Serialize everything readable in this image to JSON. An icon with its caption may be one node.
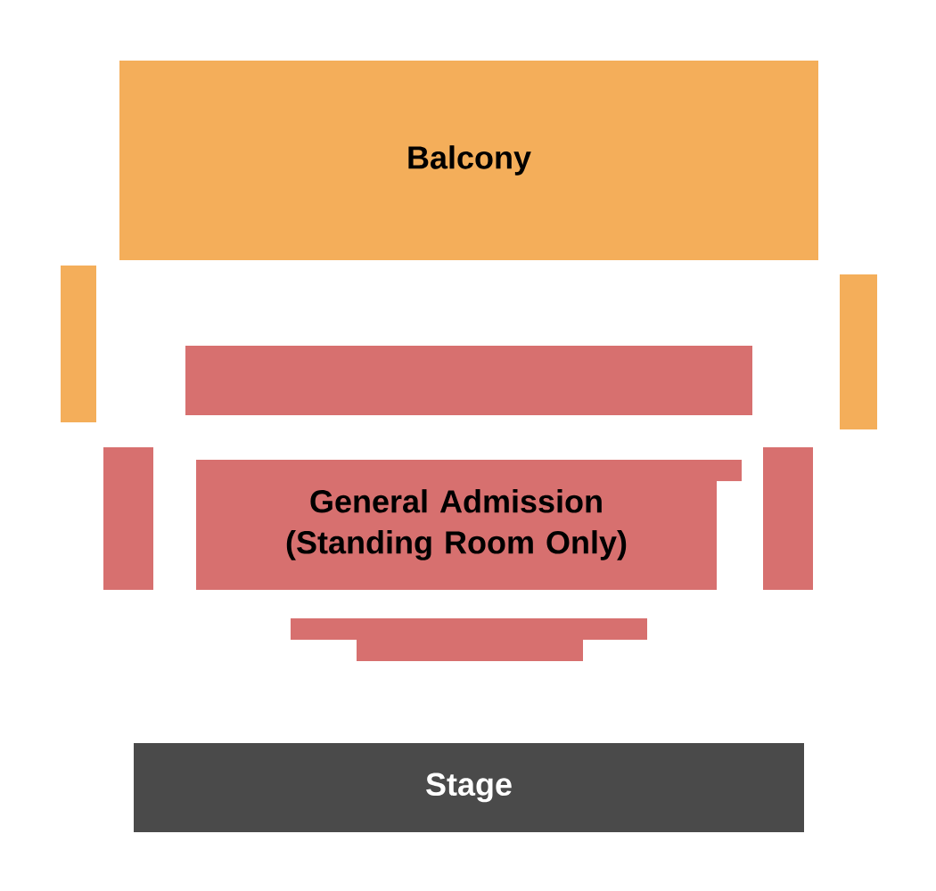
{
  "diagram": {
    "nodes": [
      {
        "text": [
          "Balcony"
        ]
      },
      {
        "text": [],
        "shape": "box"
      },
      {
        "text": [],
        "shape": "box"
      },
      {
        "text": [],
        "shape": "box"
      },
      {
        "text": [],
        "shape": "box"
      },
      {
        "text": [
          "General Admission (Standing Room Only)"
        ]
      },
      {
        "text": [],
        "shape": "box"
      },
      {
        "text": [],
        "shape": "box"
      },
      {
        "text": [
          "Stage"
        ]
      }
    ]
  }
}
